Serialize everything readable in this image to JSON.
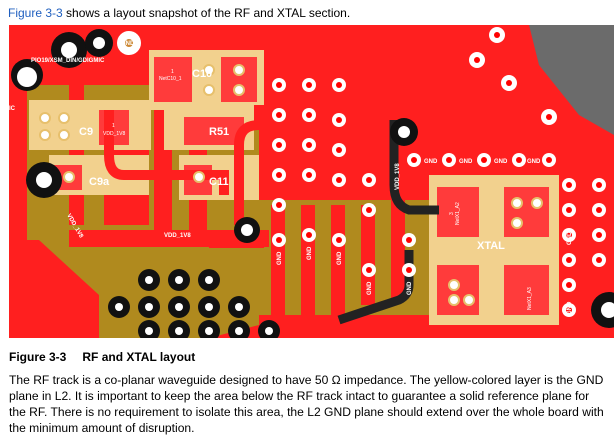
{
  "intro": {
    "link_text": "Figure 3-3",
    "text": " shows a layout snapshot of the RF and XTAL section."
  },
  "figure": {
    "silkscreen": {
      "c10": "C10",
      "c9": "C9",
      "r51": "R51",
      "c9a": "C9a",
      "c11": "C11",
      "xtal": "XTAL"
    },
    "net_labels": {
      "pio": "PIO19/XSM_DIN/GDIGMIC",
      "ic": "IC",
      "vdd_1v8_a": "VDD_1V8",
      "vdd_1v8_b": "VDD_1V8",
      "vdd_1v8_diag": "VDD_1V8",
      "vdd_1v8_vert": "VDD_1V8",
      "netc10": "NetC10_1",
      "netc10_num": "1",
      "vdd_pad": "VDD_1V8",
      "vdd_pad_num": "1",
      "x1_a2": "NetX1_A2",
      "x1_a2_num": "3",
      "x1_a3": "NetX1_A3",
      "x1_a3_num": "1"
    },
    "gnd_label": "GND",
    "colors": {
      "copper_top": "#ff1f1f",
      "gnd_plane_l2": "#b08a1e",
      "pad": "#f2d18e",
      "via_ring": "#ffffff",
      "hole": "#111111"
    }
  },
  "caption": {
    "number": "Figure 3-3",
    "title": "RF and XTAL layout"
  },
  "body": {
    "paragraph": "The RF track is a co-planar waveguide designed to have 50 Ω impedance. The yellow-colored layer is the GND plane in L2. It is important to keep the area below the RF track intact to guarantee a solid reference plane for the RF. There is no requirement to isolate this area, the L2 GND plane should extend over the whole board with the minimum amount of disruption."
  }
}
